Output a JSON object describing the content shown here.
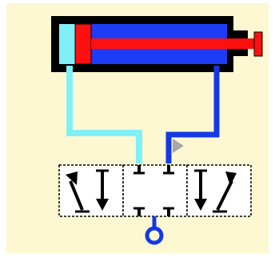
{
  "diagram": {
    "type": "pneumatic-circuit",
    "components": [
      "double-acting-cylinder",
      "3-position-directional-valve",
      "pressure-supply",
      "exhaust"
    ],
    "valve_position": "center-closed",
    "piston_state": "retracted"
  },
  "colors": {
    "background": "#fdf8d2",
    "outline": "#000000",
    "cylinder_rod_side": "#1e3cf5",
    "cylinder_cap_side": "#7ff0f8",
    "piston": "#ff1010",
    "rod": "#ff1010",
    "supply_line": "#1538e6",
    "return_line": "#7ff0f8",
    "valve_body": "#ffffff",
    "flow_arrow": "#a8a8a8"
  }
}
